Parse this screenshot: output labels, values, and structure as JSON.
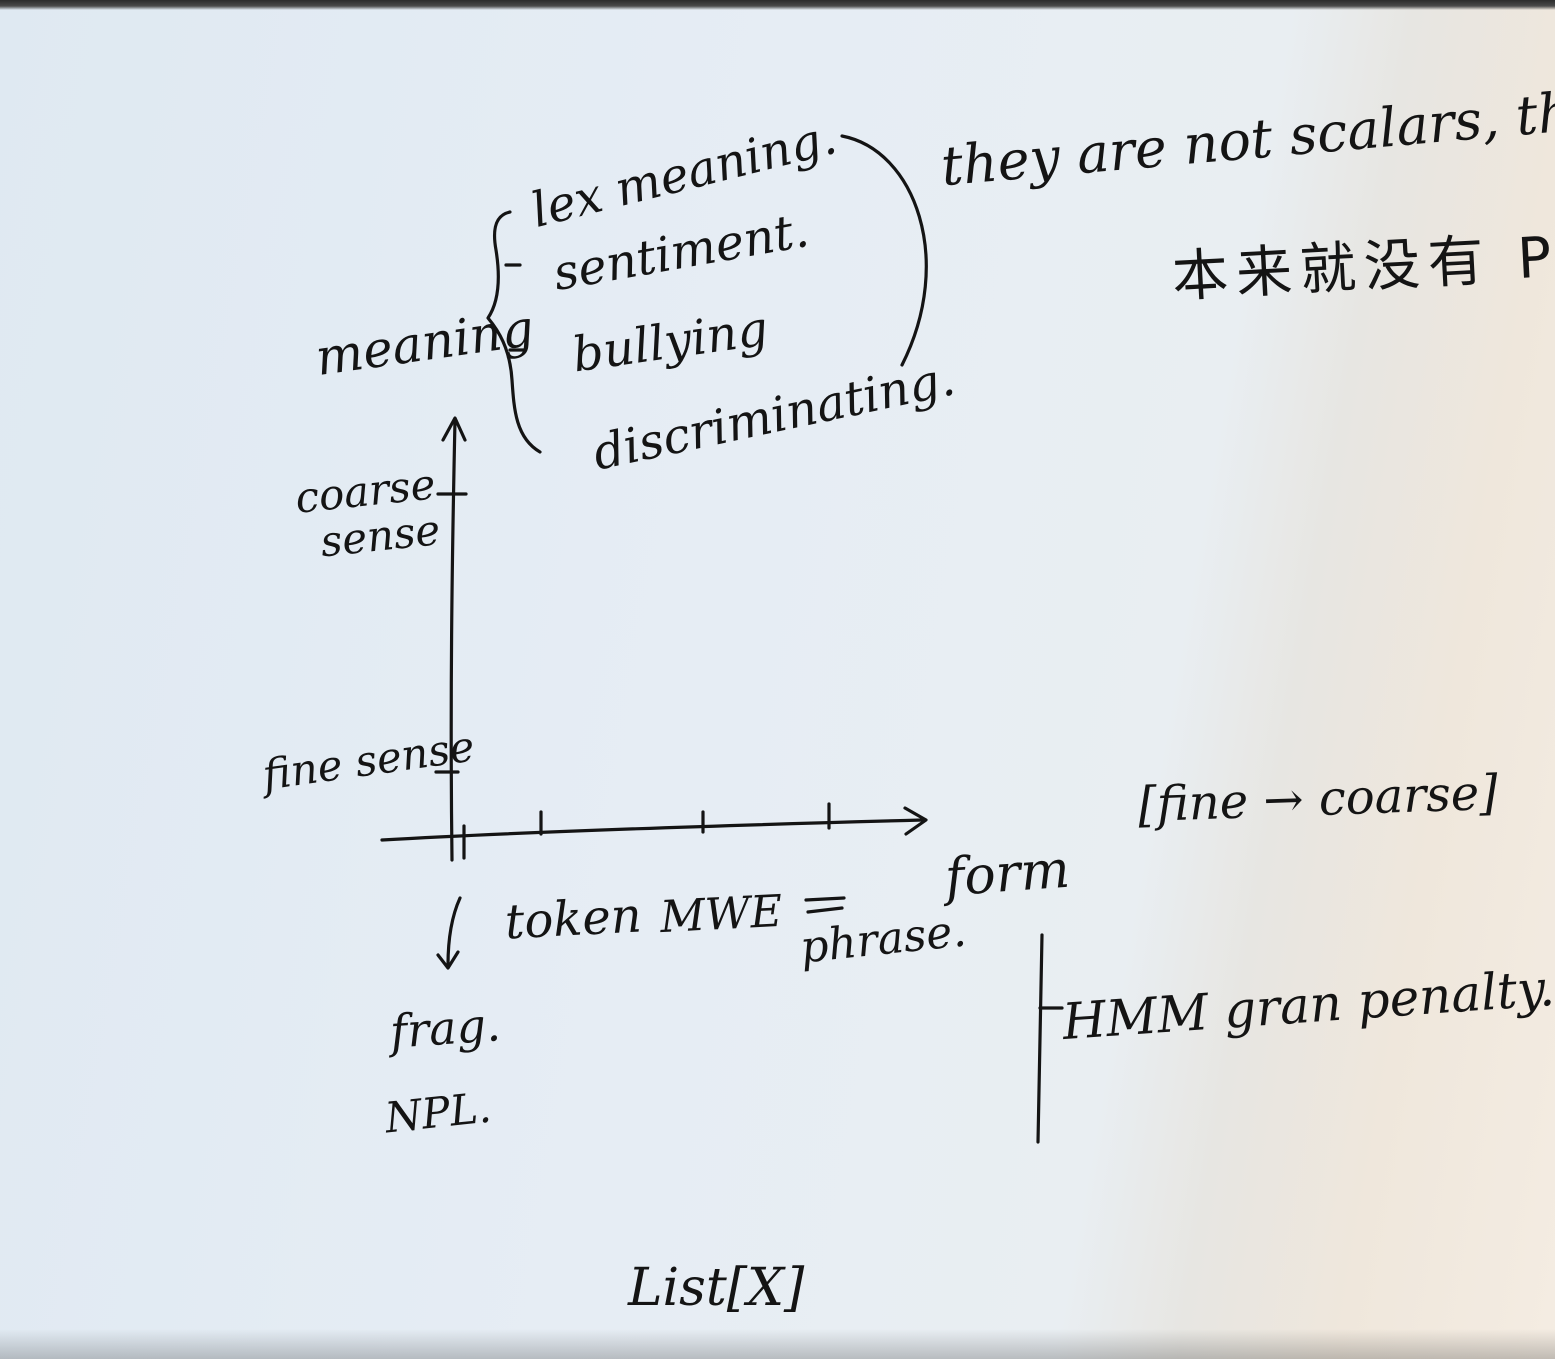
{
  "notes": {
    "meaning_label": "meaning",
    "categories": [
      "lex meaning.",
      "sentiment.",
      "bullying",
      "discriminating."
    ],
    "remark_english": "they are not scalars, they",
    "remark_chinese": "本来就没有 P",
    "y_tick_top": "coarse sense",
    "y_tick_bottom": "fine sense",
    "x_axis_label": "form",
    "x_ticks": [
      "token",
      "MWE",
      "phrase."
    ],
    "scale_note": "[fine → coarse]",
    "below_origin": [
      "frag.",
      "NPL."
    ],
    "penalty_note": "HMM gran penalty.",
    "bottom_text": "List[X]"
  },
  "colors": {
    "ink": "#141414",
    "paper_blue": "#e3ebf3",
    "paper_warm": "#f2e9de"
  }
}
